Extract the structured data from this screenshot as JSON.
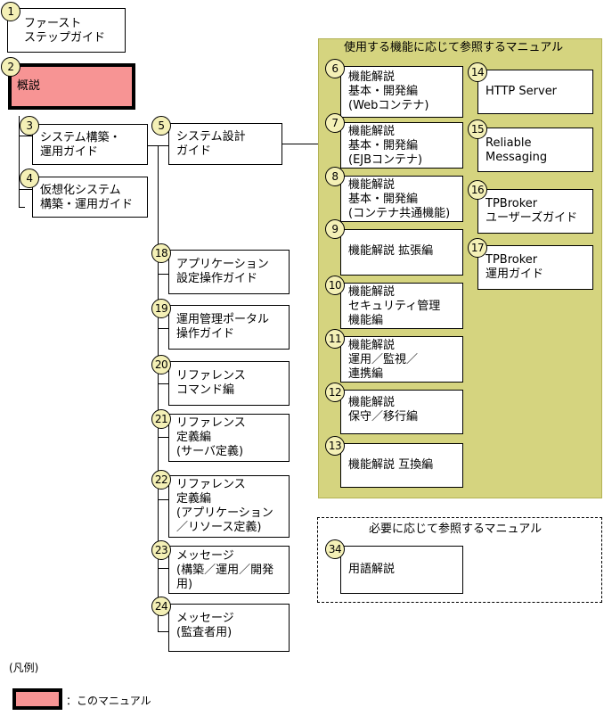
{
  "panels": {
    "reference_title": "使用する機能に応じて参照するマニュアル",
    "optional_title": "必要に応じて参照するマニュアル"
  },
  "manuals": [
    {
      "num": "1",
      "title": "ファースト\nステップガイド"
    },
    {
      "num": "2",
      "title": "概説"
    },
    {
      "num": "3",
      "title": "システム構築・\n運用ガイド"
    },
    {
      "num": "4",
      "title": "仮想化システム\n構築・運用ガイド"
    },
    {
      "num": "5",
      "title": "システム設計\nガイド"
    },
    {
      "num": "6",
      "title": "機能解説\n基本・開発編\n(Webコンテナ)"
    },
    {
      "num": "7",
      "title": "機能解説\n基本・開発編\n(EJBコンテナ)"
    },
    {
      "num": "8",
      "title": "機能解説\n基本・開発編\n(コンテナ共通機能)"
    },
    {
      "num": "9",
      "title": "機能解説 拡張編"
    },
    {
      "num": "10",
      "title": "機能解説\nセキュリティ管理\n機能編"
    },
    {
      "num": "11",
      "title": "機能解説\n運用／監視／\n連携編"
    },
    {
      "num": "12",
      "title": "機能解説\n保守／移行編"
    },
    {
      "num": "13",
      "title": "機能解説 互換編"
    },
    {
      "num": "14",
      "title": "HTTP Server"
    },
    {
      "num": "15",
      "title": "Reliable\nMessaging"
    },
    {
      "num": "16",
      "title": "TPBroker\nユーザーズガイド"
    },
    {
      "num": "17",
      "title": "TPBroker\n運用ガイド"
    },
    {
      "num": "18",
      "title": "アプリケーション\n設定操作ガイド"
    },
    {
      "num": "19",
      "title": "運用管理ポータル\n操作ガイド"
    },
    {
      "num": "20",
      "title": "リファレンス\nコマンド編"
    },
    {
      "num": "21",
      "title": "リファレンス\n定義編\n(サーバ定義)"
    },
    {
      "num": "22",
      "title": "リファレンス\n定義編\n(アプリケーション\n／リソース定義)"
    },
    {
      "num": "23",
      "title": "メッセージ\n(構築／運用／開発\n用)"
    },
    {
      "num": "24",
      "title": "メッセージ\n(監査者用)"
    },
    {
      "num": "34",
      "title": "用語解説"
    }
  ],
  "legend": {
    "title": "(凡例)",
    "current_label": "：このマニュアル",
    "current_color": "#f79494",
    "number_badge_color": "#f4f0b6",
    "panel_color": "#d5d47f"
  }
}
